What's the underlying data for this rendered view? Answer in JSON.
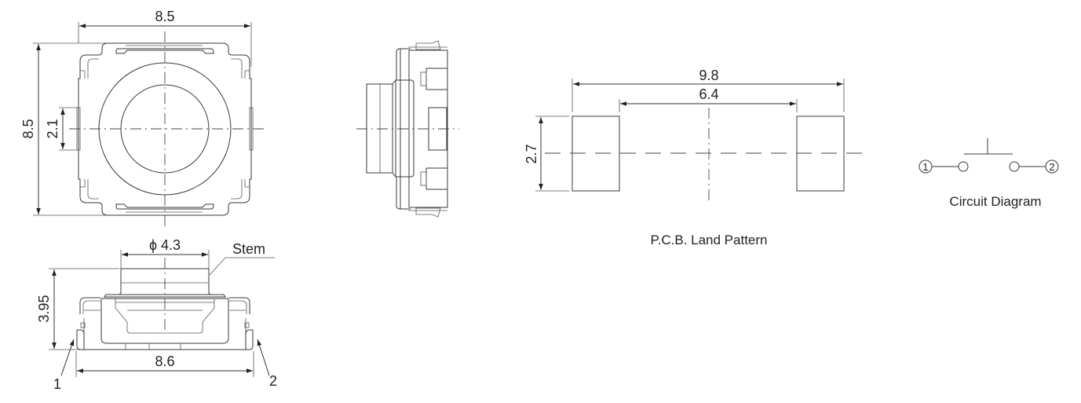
{
  "top_view": {
    "width_dim": "8.5",
    "height_dim": "8.5",
    "terminal_width_dim": "2.1"
  },
  "side_view": {
    "stem_diameter_dim": "ϕ 4.3",
    "stem_label": "Stem",
    "height_dim": "3.95",
    "overall_width_dim": "8.6",
    "terminal_1_label": "1",
    "terminal_2_label": "2"
  },
  "right_view": {},
  "land_pattern": {
    "outer_width_dim": "9.8",
    "inner_gap_dim": "6.4",
    "pad_height_dim": "2.7",
    "caption": "P.C.B. Land Pattern"
  },
  "circuit": {
    "terminal_1": "1",
    "terminal_2": "2",
    "caption": "Circuit Diagram"
  }
}
